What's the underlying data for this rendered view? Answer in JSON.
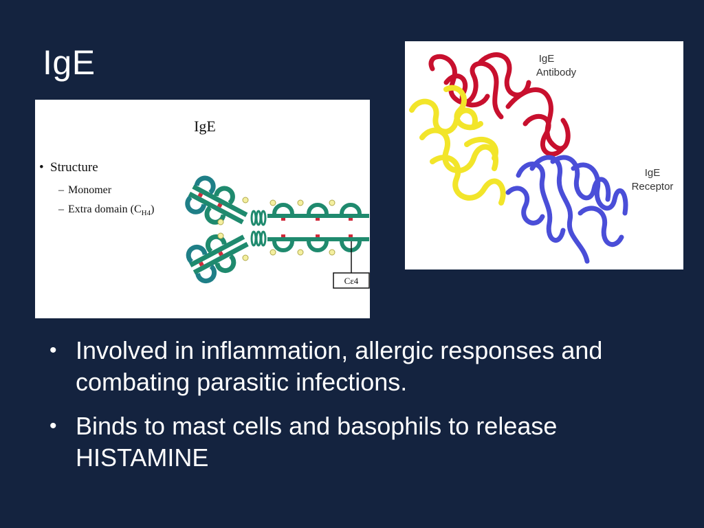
{
  "slide": {
    "title": "IgE",
    "bullets": [
      "Involved in inflammation, allergic responses and combating parasitic infections.",
      "Binds to mast cells and basophils to release HISTAMINE"
    ]
  },
  "left_figure": {
    "title": "IgE",
    "structure_label": "Structure",
    "sub_item_1": "Monomer",
    "sub_item_2_prefix": "Extra domain (C",
    "sub_item_2_sub": "H4",
    "sub_item_2_suffix": ")",
    "domain_box_label": "Cε4"
  },
  "right_figure": {
    "antibody_label_1": "IgE",
    "antibody_label_2": "Antibody",
    "receptor_label_1": "IgE",
    "receptor_label_2": "Receptor",
    "colors": {
      "antibody_heavy": "#c8102e",
      "antibody_light": "#f2e52a",
      "receptor": "#4a4ed8"
    }
  }
}
